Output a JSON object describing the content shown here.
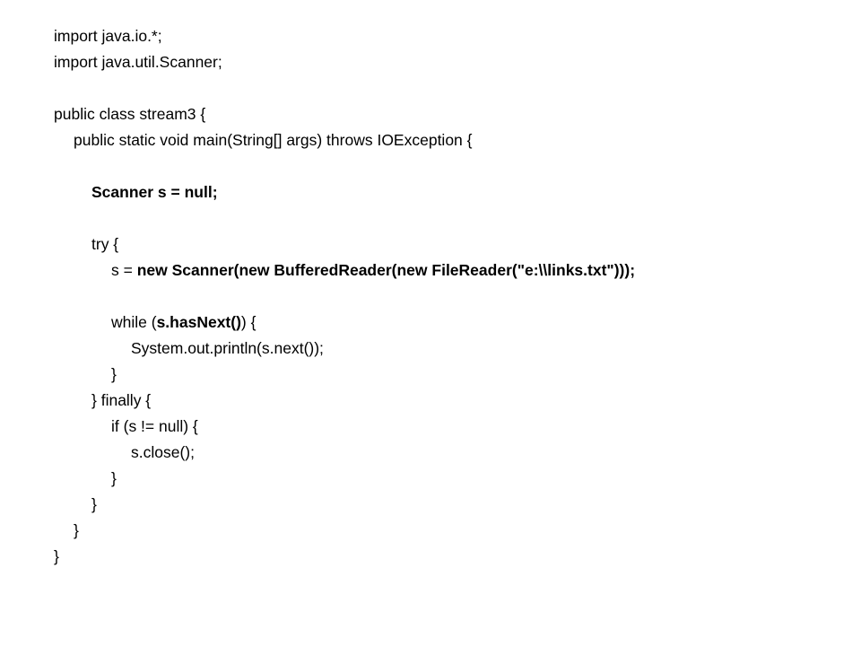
{
  "code": {
    "import_io": "import java.io.*;",
    "import_scanner": "import java.util.Scanner;",
    "class_decl": "public class stream3 {",
    "main_decl": "public static void main(String[] args) throws IOException {",
    "scanner_decl": "Scanner s = null;",
    "try_open": "try {",
    "assign_prefix": "s = ",
    "assign_bold": "new Scanner(new BufferedReader(new FileReader(\"e:\\\\links.txt\")));",
    "while_prefix": "while (",
    "while_bold": "s.hasNext()",
    "while_suffix": ") {",
    "println": "System.out.println(s.next());",
    "close_while": "}",
    "finally_open": "} finally {",
    "if_open": "if (s != null) {",
    "close_call": "s.close();",
    "close_if": "}",
    "close_finally": "}",
    "close_main": "}",
    "close_class": "}"
  }
}
